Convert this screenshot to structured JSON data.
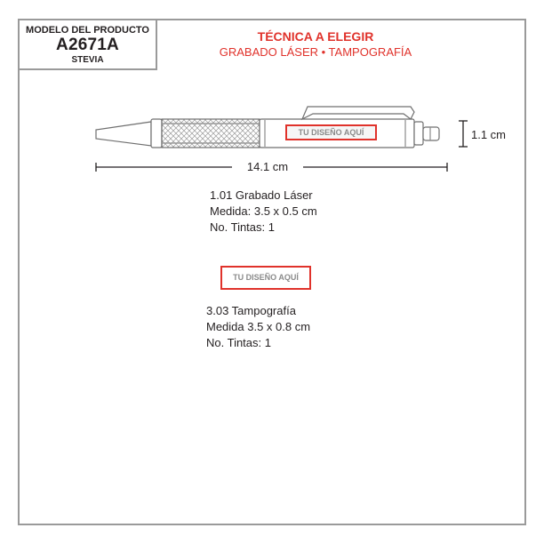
{
  "model": {
    "label": "MODELO DEL PRODUCTO",
    "code": "A2671A",
    "name": "STEVIA"
  },
  "technique": {
    "title": "TÉCNICA A ELEGIR",
    "subtitle": "GRABADO LÁSER • TAMPOGRAFÍA"
  },
  "drawing": {
    "imprint_label": "TU DISEÑO AQUÍ",
    "length_label": "14.1 cm",
    "height_label": "1.1 cm"
  },
  "options": [
    {
      "name": "1.01 Grabado Láser",
      "size": "Medida:  3.5 x 0.5 cm",
      "colors": "No. Tintas: 1"
    },
    {
      "name": "3.03 Tampografía",
      "size": "Medida 3.5 x 0.8 cm",
      "colors": "No. Tintas: 1"
    }
  ],
  "colors": {
    "accent": "#e0322b",
    "frame": "#9a9a9a",
    "text": "#231f20"
  }
}
